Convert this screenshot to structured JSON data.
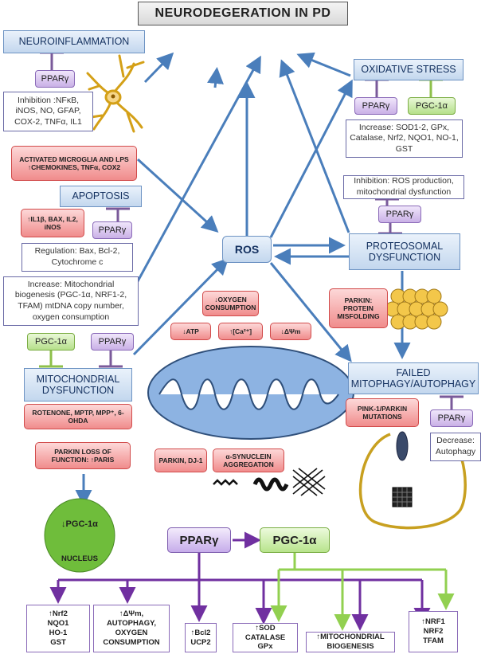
{
  "title": "NEURODEGERATION IN PD",
  "neuroinflammation": {
    "header": "NEUROINFLAMMATION",
    "ppar": "PPARγ",
    "note": "Inhibition :NFκB, iNOS, NO, GFAP, COX-2, TNFα, IL1"
  },
  "microglia": {
    "label": "ACTIVATED MICROGLIA AND LPS ↑CHEMOKINES, TNFα, COX2"
  },
  "apoptosis": {
    "header": "APOPTOSIS",
    "red": "↑IL1β, BAX, IL2, iNOS",
    "ppar": "PPARγ",
    "note": "Regulation: Bax, Bcl-2, Cytochrome c"
  },
  "oxidative": {
    "header": "OXIDATIVE STRESS",
    "ppar": "PPARγ",
    "pgc": "PGC-1α",
    "note": "Increase: SOD1-2, GPx, Catalase, Nrf2, NQO1, NO-1, GST"
  },
  "proteasomal": {
    "note": "Inhibition: ROS production, mitochondrial dysfunction",
    "ppar": "PPARγ",
    "header": "PROTEOSOMAL DYSFUNCTION",
    "red": "PARKIN: PROTEIN MISFOLDING"
  },
  "ros": "ROS",
  "mito": {
    "note": "Increase: Mitochondrial biogenesis (PGC-1α, NRF1-2, TFAM) mtDNA copy number, oxygen consumption",
    "pgc": "PGC-1α",
    "ppar": "PPARγ",
    "header": "MITOCHONDRIAL DYSFUNCTION",
    "toxins": "ROTENONE, MPTP, MPP⁺, 6-OHDA",
    "parkin": "PARKIN LOSS OF FUNCTION: ↑PARIS"
  },
  "center": {
    "oxygen": "↓OXYGEN CONSUMPTION",
    "atp": "↓ATP",
    "ca": "↑[Ca²⁺]",
    "dpsi": "↓ΔΨm",
    "parkin_dj1": "PARKIN, DJ-1",
    "synuclein": "α-SYNUCLEIN AGGREGATION"
  },
  "mitophagy": {
    "header": "FAILED MITOPHAGY/AUTOPHAGY",
    "red": "PINK-1/PARKIN MUTATIONS",
    "ppar": "PPARγ",
    "note": "Decrease: Autophagy"
  },
  "nucleus": {
    "pgc": "↓PGC-1α",
    "label": "NUCLEUS"
  },
  "pathway": {
    "ppar": "PPARγ",
    "pgc": "PGC-1α"
  },
  "targets": [
    "↑Nrf2\nNQO1\nHO-1\nGST",
    "↑ΔΨm,\nAUTOPHAGY,\nOXYGEN\nCONSUMPTION",
    "↑Bcl2\nUCP2",
    "↑SOD\nCATALASE\nGPx",
    "↑MITOCHONDRIAL\nBIOGENESIS",
    "↑NRF1\nNRF2\nTFAM"
  ],
  "colors": {
    "arrow_blue": "#4a7ebb",
    "purple": "#7030a0",
    "green": "#92d050",
    "inhibit_purple": "#7a5a9a",
    "inhibit_green": "#8ec04a",
    "mito_fill": "#8db3e2",
    "neuron": "#d4a017"
  }
}
